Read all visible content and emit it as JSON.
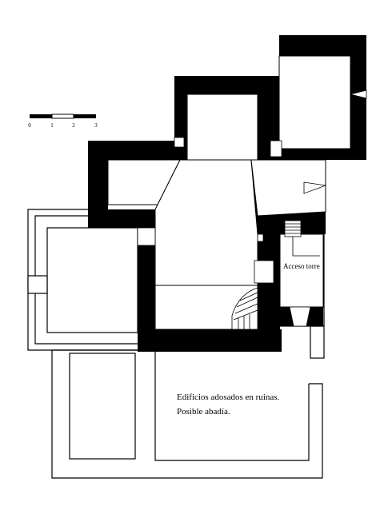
{
  "scale_bar": {
    "ticks": [
      "0",
      "1",
      "2",
      "3"
    ],
    "unit": ""
  },
  "labels": {
    "tower_access": "Acceso torre",
    "ruins_line1": "Edificios adosados en ruinas.",
    "ruins_line2": "Posible abadía."
  },
  "colors": {
    "wall": "#000000",
    "outline": "#000000",
    "background": "#ffffff"
  }
}
